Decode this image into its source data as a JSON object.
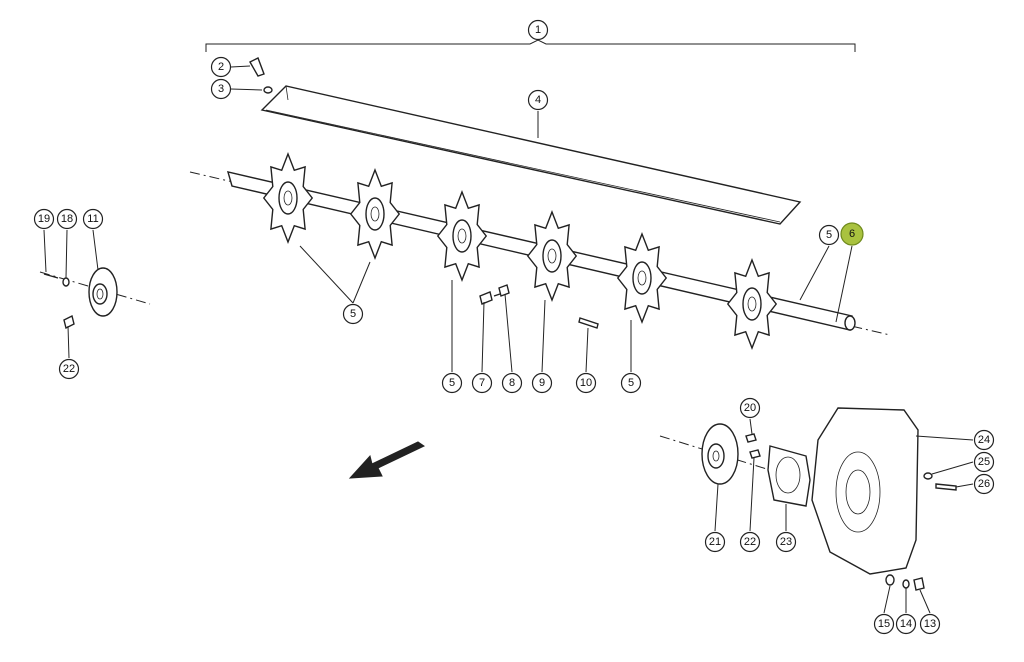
{
  "colors": {
    "highlight": "#a9c23f",
    "ink": "#222222",
    "background": "#ffffff"
  },
  "callouts": [
    {
      "id": "c1",
      "label": "1"
    },
    {
      "id": "c2",
      "label": "2"
    },
    {
      "id": "c3",
      "label": "3"
    },
    {
      "id": "c4",
      "label": "4"
    },
    {
      "id": "c5a",
      "label": "5"
    },
    {
      "id": "c5b",
      "label": "5"
    },
    {
      "id": "c5c",
      "label": "5"
    },
    {
      "id": "c5d",
      "label": "5"
    },
    {
      "id": "c6",
      "label": "6",
      "highlighted": true
    },
    {
      "id": "c7",
      "label": "7"
    },
    {
      "id": "c8",
      "label": "8"
    },
    {
      "id": "c9",
      "label": "9"
    },
    {
      "id": "c10",
      "label": "10"
    },
    {
      "id": "c11",
      "label": "11"
    },
    {
      "id": "c18",
      "label": "18"
    },
    {
      "id": "c19",
      "label": "19"
    },
    {
      "id": "c22a",
      "label": "22"
    },
    {
      "id": "c20",
      "label": "20"
    },
    {
      "id": "c21",
      "label": "21"
    },
    {
      "id": "c22b",
      "label": "22"
    },
    {
      "id": "c23",
      "label": "23"
    },
    {
      "id": "c24",
      "label": "24"
    },
    {
      "id": "c25",
      "label": "25"
    },
    {
      "id": "c26",
      "label": "26"
    },
    {
      "id": "c15",
      "label": "15"
    },
    {
      "id": "c14",
      "label": "14"
    },
    {
      "id": "c13",
      "label": "13"
    }
  ]
}
